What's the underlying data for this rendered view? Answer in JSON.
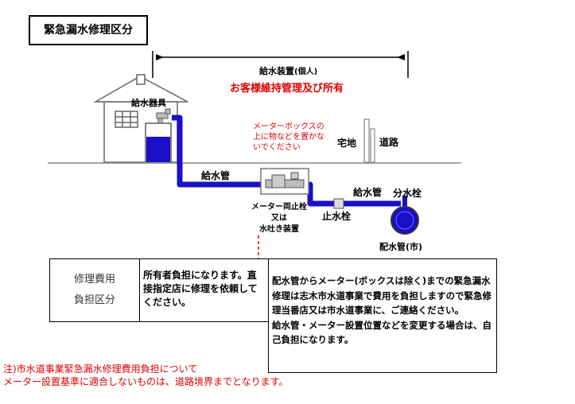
{
  "title": "緊急漏水修理区分",
  "supply": {
    "label": "給水装置",
    "label_suffix": "(個人)",
    "ownership": "お客様維持管理及び所有"
  },
  "labels": {
    "faucet": "給水器具",
    "meter_warning": [
      "メーターボックスの",
      "上に物などを置かな",
      "いでください"
    ],
    "residence": "宅地",
    "road": "道路",
    "supply_pipe_left": "給水管",
    "supply_pipe_right": "給水管",
    "branch_valve": "分水栓",
    "stop_valve": "止水栓",
    "meter_device": [
      "メーター両止栓",
      "又は",
      "水吐き装置"
    ],
    "distribution_main": "配水管(市)"
  },
  "table": {
    "header_lines": [
      "修理費用",
      "負担区分"
    ],
    "owner_text": "所有者負担になります。直接指定店に修理を依頼してください。",
    "main_text_1": "配水管からメーター(ボックスは除く)までの緊急漏水修理は志木市水道事業で費用を負担しますので緊急修理当番店又は市水道事業に、ご連絡ください。",
    "main_text_2": "給水管・メーター設置位置などを変更する場合は、自己負担になります。"
  },
  "notes": [
    "注)市水道事業緊急漏水修理費用負担について",
    "メーター設置基準に適合しないものは、道路境界までとなります。"
  ],
  "colors": {
    "pipe": "#1a10c8",
    "water": "#1a10c8",
    "accent": "#e00000",
    "house": "#666666"
  }
}
